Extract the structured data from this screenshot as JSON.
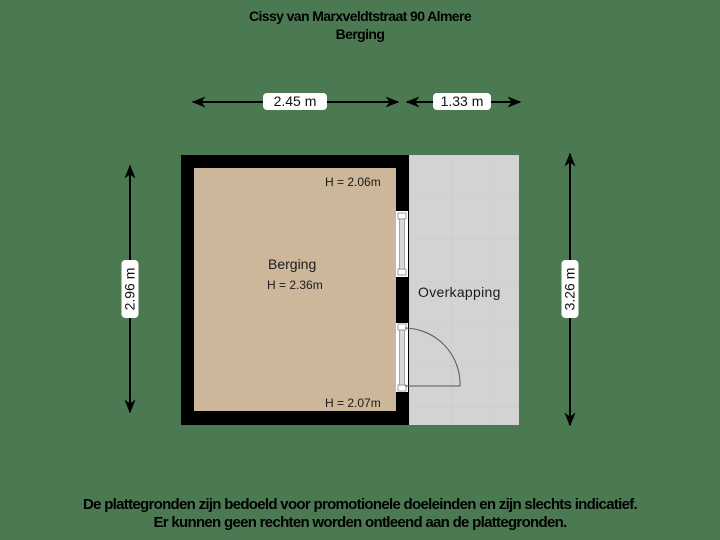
{
  "header": {
    "address": "Cissy van Marxveldtstraat 90 Almere",
    "floor": "Berging"
  },
  "dimensions": {
    "top_left": "2.45 m",
    "top_right": "1.33 m",
    "left": "2.96 m",
    "right": "3.26 m"
  },
  "rooms": {
    "berging": {
      "name": "Berging",
      "height_center": "H = 2.36m",
      "height_top": "H = 2.06m",
      "height_bottom": "H = 2.07m",
      "fill": "#cdb79b"
    },
    "overkapping": {
      "name": "Overkapping",
      "fill": "#d2d2d2"
    }
  },
  "colors": {
    "background": "#4b7a52",
    "wall": "#000000"
  },
  "footer": {
    "line1": "De plattegronden zijn bedoeld voor promotionele doeleinden en zijn slechts indicatief.",
    "line2": "Er kunnen geen rechten worden ontleend aan de plattegronden."
  }
}
